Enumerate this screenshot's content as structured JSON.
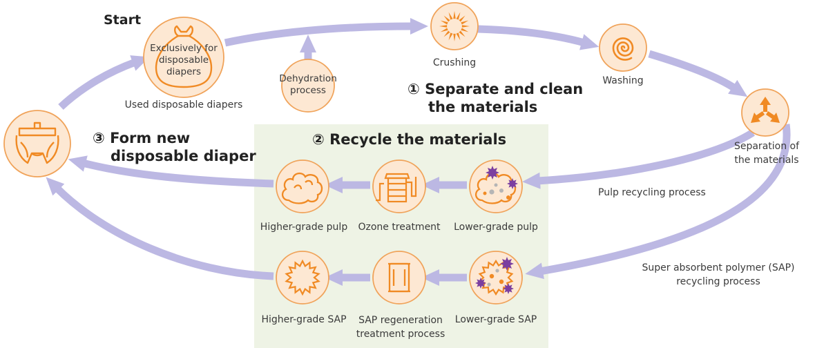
{
  "colors": {
    "accent": "#f08a24",
    "node_fill": "#fde8d3",
    "node_stroke": "#f0a35a",
    "arrow": "#bcb8e3",
    "panel": "#eef3e5",
    "virus": "#7b3fa0"
  },
  "start_label": "Start",
  "headings": {
    "step1_line1": "① Separate and clean",
    "step1_line2": "the materials",
    "step2": "② Recycle the materials",
    "step3_line1": "③ Form new",
    "step3_line2": "disposable diaper"
  },
  "nodes": {
    "used_bag": {
      "inner_line1": "Exclusively for",
      "inner_line2": "disposable",
      "inner_line3": "diapers",
      "caption": "Used disposable diapers",
      "icon": "diaper-bag-icon"
    },
    "dehydration": {
      "line1": "Dehydration",
      "line2": "process"
    },
    "crushing": {
      "caption": "Crushing",
      "icon": "crushing-burst-icon"
    },
    "washing": {
      "caption": "Washing",
      "icon": "spiral-icon"
    },
    "separation": {
      "caption_line1": "Separation of",
      "caption_line2": "the materials",
      "icon": "three-arrows-icon"
    },
    "new_diaper": {
      "icon": "diaper-icon"
    },
    "lower_pulp": {
      "caption": "Lower-grade pulp",
      "icon": "dirty-pulp-icon"
    },
    "ozone": {
      "caption": "Ozone treatment",
      "icon": "ozone-tank-icon"
    },
    "higher_pulp": {
      "caption": "Higher-grade pulp",
      "icon": "cloud-pulp-icon"
    },
    "lower_sap": {
      "caption": "Lower-grade SAP",
      "icon": "dirty-sap-icon"
    },
    "sap_regen": {
      "caption_line1": "SAP regeneration",
      "caption_line2": "treatment process",
      "icon": "cylinder-icon"
    },
    "higher_sap": {
      "caption": "Higher-grade SAP",
      "icon": "starburst-icon"
    }
  },
  "flow_labels": {
    "pulp": "Pulp recycling process",
    "sap_line1": "Super absorbent polymer (SAP)",
    "sap_line2": "recycling process"
  }
}
